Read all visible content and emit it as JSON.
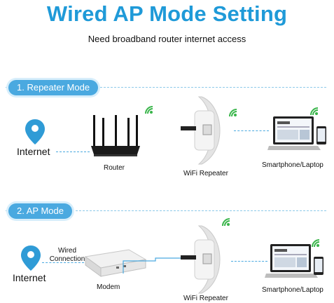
{
  "title": "Wired AP Mode Setting",
  "subtitle": "Need broadband router internet access",
  "modes": [
    {
      "label": "1. Repeater Mode",
      "internet_label": "Internet",
      "router_label": "Router",
      "repeater_label": "WiFi Repeater",
      "client_label": "Smartphone/Laptop"
    },
    {
      "label": "2. AP Mode",
      "internet_label": "Internet",
      "wired_label": "Wired\nConnection",
      "modem_label": "Modem",
      "repeater_label": "WiFi Repeater",
      "client_label": "Smartphone/Laptop"
    }
  ],
  "colors": {
    "accent": "#1f9ad8",
    "pill": "#4aa9e0",
    "wifi": "#39b54a",
    "pin": "#2f9bd6"
  },
  "icons": [
    "location-pin-icon",
    "wifi-signal-icon",
    "router-icon",
    "wifi-repeater-icon",
    "laptop-icon",
    "smartphone-icon",
    "modem-icon"
  ]
}
